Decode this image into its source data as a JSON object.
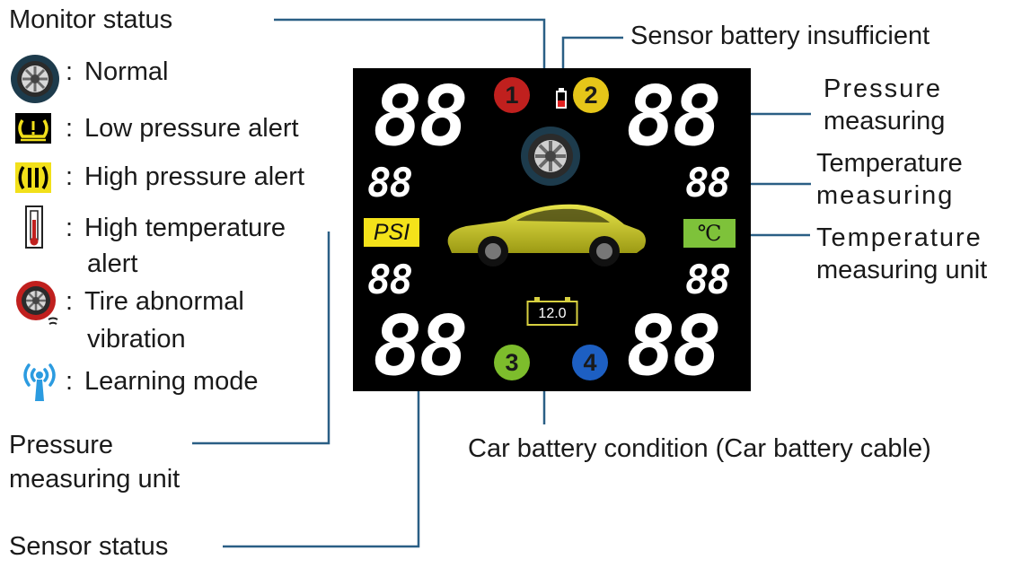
{
  "labels": {
    "monitor_status": "Monitor status",
    "sensor_battery": "Sensor battery insufficient",
    "pressure_measuring_1": "Pressure",
    "pressure_measuring_2": "measuring",
    "temperature_measuring_1": "Temperature",
    "temperature_measuring_2": "measuring",
    "temperature_unit_1": "Temperature",
    "temperature_unit_2": "measuring  unit",
    "car_battery": "Car battery condition (Car battery cable)",
    "pressure_unit_1": "Pressure",
    "pressure_unit_2": "measuring  unit",
    "sensor_status": "Sensor status"
  },
  "legend": {
    "colon": ":",
    "items": [
      {
        "icon": "tire-normal-icon",
        "text": "Normal"
      },
      {
        "icon": "low-pressure-icon",
        "text": "Low pressure alert"
      },
      {
        "icon": "high-pressure-icon",
        "text": "High pressure alert"
      },
      {
        "icon": "thermometer-icon",
        "text": "High   temperature",
        "text2": "alert"
      },
      {
        "icon": "tire-vibration-icon",
        "text": "Tire abnormal",
        "text2": "vibration"
      },
      {
        "icon": "learning-mode-icon",
        "text": "Learning   mode"
      }
    ]
  },
  "display": {
    "segment_big": "88",
    "segment_small": "88",
    "pressure_unit": "PSI",
    "temperature_unit": "℃",
    "battery_voltage": "12.0",
    "sensors": [
      {
        "number": "1",
        "color": "#c0201e"
      },
      {
        "number": "2",
        "color": "#e6c619"
      },
      {
        "number": "3",
        "color": "#7dbd2c"
      },
      {
        "number": "4",
        "color": "#1d5fc2"
      }
    ],
    "colors": {
      "background": "#000000",
      "psi_badge": "#f4e21a",
      "celsius_badge": "#7ec23a",
      "car_body": "#d6d42a",
      "leader_line": "#2a5f85"
    }
  }
}
